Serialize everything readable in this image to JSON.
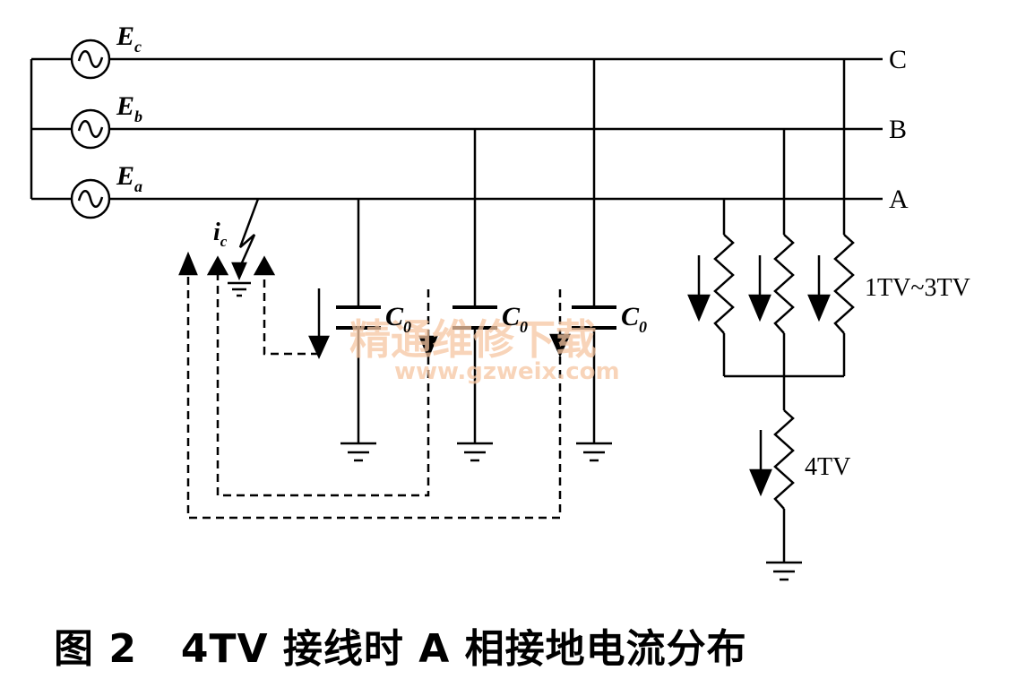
{
  "sources": {
    "ec": {
      "name": "E",
      "sub": "c"
    },
    "eb": {
      "name": "E",
      "sub": "b"
    },
    "ea": {
      "name": "E",
      "sub": "a"
    }
  },
  "lines": {
    "c": "C",
    "b": "B",
    "a": "A"
  },
  "fault_current": {
    "name": "i",
    "sub": "c"
  },
  "capacitors": [
    {
      "name": "C",
      "sub": "0"
    },
    {
      "name": "C",
      "sub": "0"
    },
    {
      "name": "C",
      "sub": "0"
    }
  ],
  "tv_group_label": "1TV~3TV",
  "tv4_label": "4TV",
  "watermark": {
    "cn": "精通维修下载",
    "url": "www.gzweix.com"
  },
  "caption": "图 2   4TV 接线时 A 相接地电流分布"
}
